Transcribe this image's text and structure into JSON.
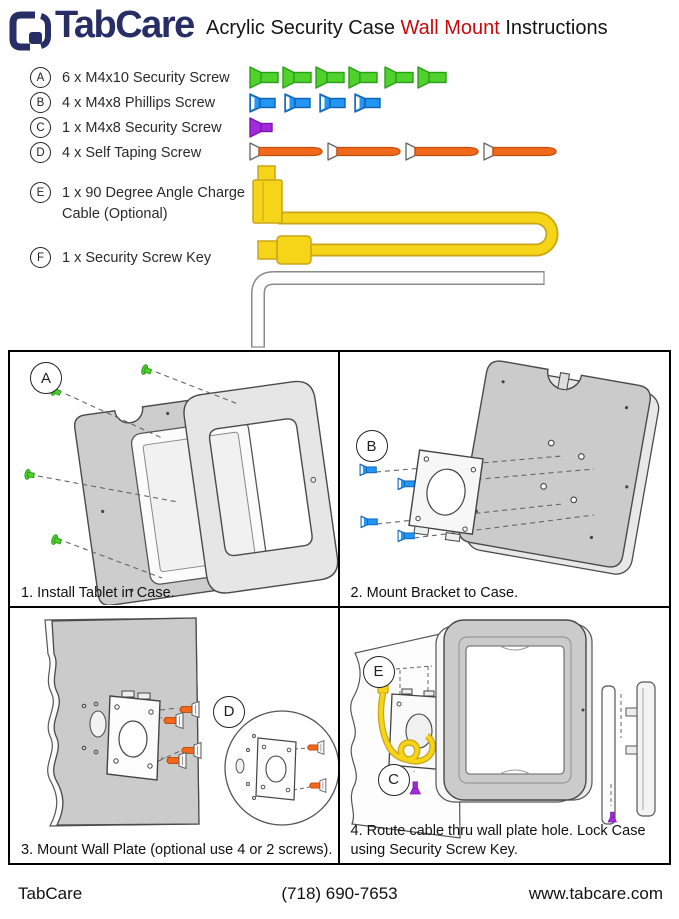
{
  "header": {
    "brand": "TabCare",
    "title": {
      "part1": "Acrylic Security Case ",
      "highlight": "Wall Mount",
      "part2": " Instructions"
    }
  },
  "parts": [
    {
      "id": "A",
      "label": "6 x M4x10 Security Screw",
      "qty": 6,
      "icon": "green-security-screw-icon",
      "color": "#4FD32C"
    },
    {
      "id": "B",
      "label": "4 x M4x8 Phillips Screw",
      "qty": 4,
      "icon": "blue-phillips-screw-icon",
      "color": "#2196F3"
    },
    {
      "id": "C",
      "label": "1 x M4x8 Security Screw",
      "qty": 1,
      "icon": "purple-security-screw-icon",
      "color": "#A428DD"
    },
    {
      "id": "D",
      "label": "4 x Self Taping Screw",
      "qty": 4,
      "icon": "orange-self-taping-screw-icon",
      "color": "#F2691D"
    },
    {
      "id": "E",
      "label": "1 x 90 Degree Angle Charge Cable (Optional)",
      "qty": 1,
      "icon": "yellow-charge-cable-icon",
      "color": "#F6D417"
    },
    {
      "id": "F",
      "label": "1 x Security Screw Key",
      "qty": 1,
      "icon": "security-screw-key-icon",
      "color": "#FFFFFF"
    }
  ],
  "steps": [
    {
      "badge": "A",
      "caption": "1. Install Tablet in Case."
    },
    {
      "badge": "B",
      "caption": "2. Mount Bracket to Case."
    },
    {
      "badge": "D",
      "caption": "3. Mount Wall Plate (optional use 4 or 2 screws)."
    },
    {
      "badge": "E",
      "badge2": "C",
      "caption": "4. Route cable thru wall plate hole. Lock Case using Security Screw Key."
    }
  ],
  "footer": {
    "brand": "TabCare",
    "phone": "(718) 690-7653",
    "website": "www.tabcare.com"
  },
  "colors": {
    "brand_navy": "#272E66",
    "title_red": "#C9090B",
    "plate_gray": "#CBCBCB",
    "cable_yellow": "#F6D417"
  }
}
